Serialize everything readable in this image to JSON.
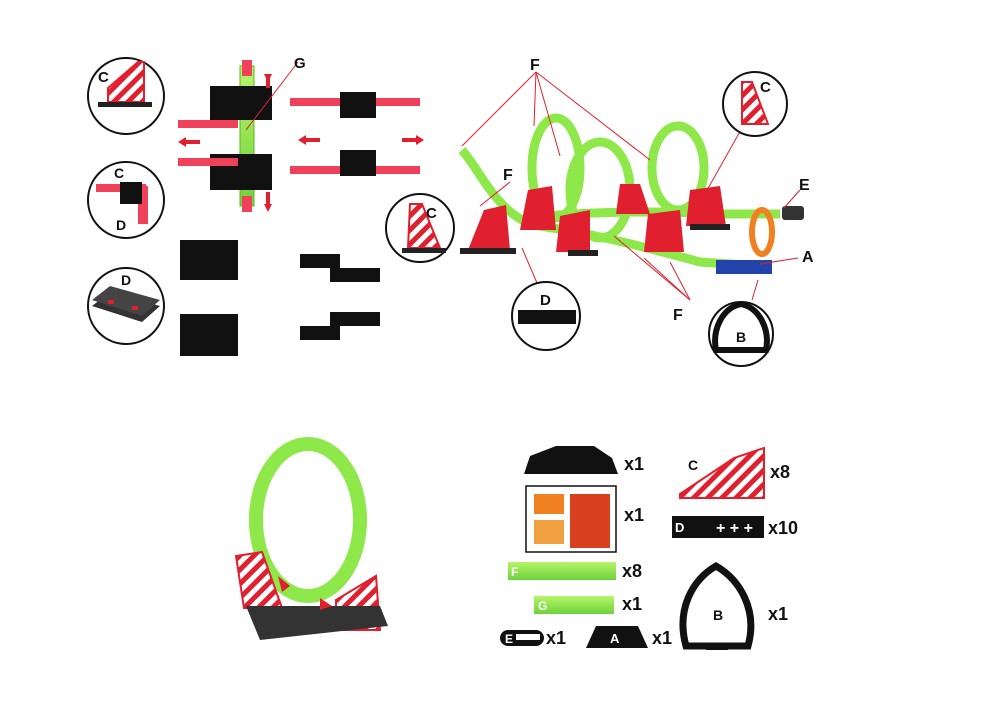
{
  "callouts": {
    "C": "C",
    "D": "D",
    "G": "G",
    "F": "F",
    "E": "E",
    "A": "A",
    "B": "B"
  },
  "parts": [
    {
      "id": "car",
      "letter": "",
      "qty": "x1"
    },
    {
      "id": "stickers",
      "letter": "",
      "qty": "x1"
    },
    {
      "id": "track-f",
      "letter": "F",
      "qty": "x8"
    },
    {
      "id": "track-g",
      "letter": "G",
      "qty": "x1"
    },
    {
      "id": "launcher-e",
      "letter": "E",
      "qty": "x1"
    },
    {
      "id": "base-a",
      "letter": "A",
      "qty": "x1"
    },
    {
      "id": "support-c",
      "letter": "C",
      "qty": "x8"
    },
    {
      "id": "connector-d",
      "letter": "D",
      "qty": "x10"
    },
    {
      "id": "ring-b",
      "letter": "B",
      "qty": "x1"
    }
  ],
  "colors": {
    "track_green": "#8ee84a",
    "support_red": "#e0202e",
    "connector_black": "#111111",
    "flame_orange": "#f08020"
  }
}
